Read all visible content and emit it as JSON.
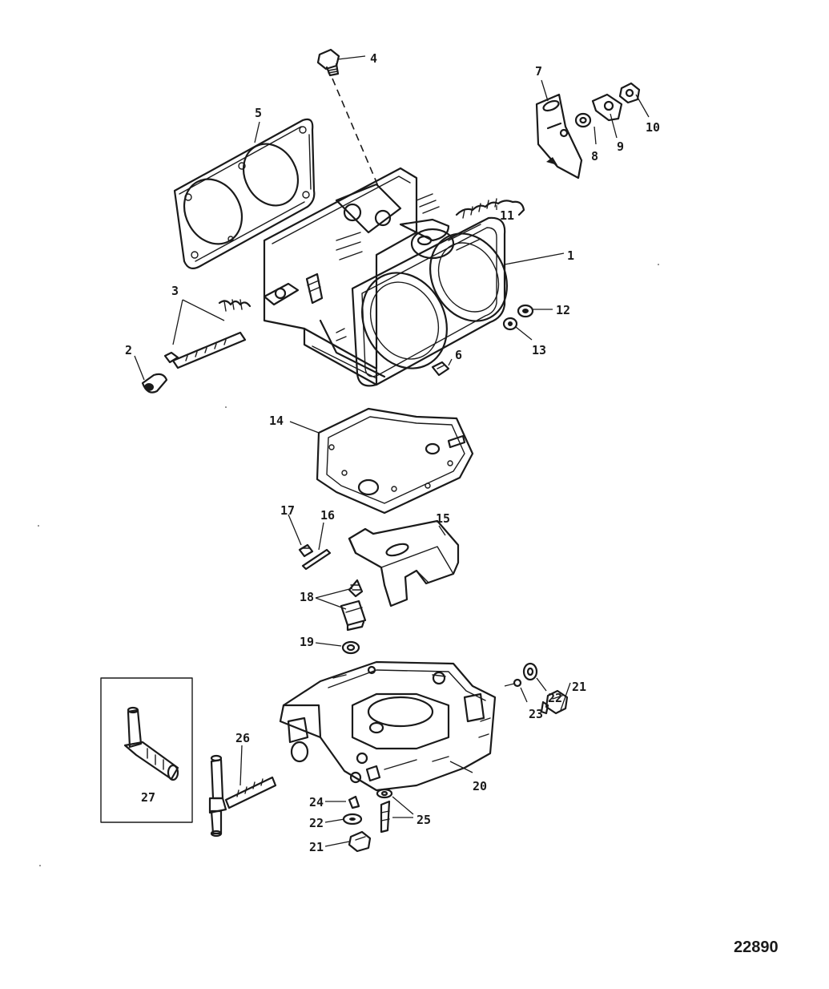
{
  "figure": {
    "number": "22890",
    "callouts": [
      {
        "id": "c1",
        "label": "1"
      },
      {
        "id": "c2",
        "label": "2"
      },
      {
        "id": "c3",
        "label": "3"
      },
      {
        "id": "c4",
        "label": "4"
      },
      {
        "id": "c5",
        "label": "5"
      },
      {
        "id": "c6",
        "label": "6"
      },
      {
        "id": "c7",
        "label": "7"
      },
      {
        "id": "c8",
        "label": "8"
      },
      {
        "id": "c9",
        "label": "9"
      },
      {
        "id": "c10",
        "label": "10"
      },
      {
        "id": "c11",
        "label": "11"
      },
      {
        "id": "c12",
        "label": "12"
      },
      {
        "id": "c13",
        "label": "13"
      },
      {
        "id": "c14",
        "label": "14"
      },
      {
        "id": "c15",
        "label": "15"
      },
      {
        "id": "c16",
        "label": "16"
      },
      {
        "id": "c17",
        "label": "17"
      },
      {
        "id": "c18",
        "label": "18"
      },
      {
        "id": "c19",
        "label": "19"
      },
      {
        "id": "c20",
        "label": "20"
      },
      {
        "id": "c21a",
        "label": "21"
      },
      {
        "id": "c22a",
        "label": "22"
      },
      {
        "id": "c23",
        "label": "23"
      },
      {
        "id": "c24",
        "label": "24"
      },
      {
        "id": "c22b",
        "label": "22"
      },
      {
        "id": "c25",
        "label": "25"
      },
      {
        "id": "c21b",
        "label": "21"
      },
      {
        "id": "c26",
        "label": "26"
      },
      {
        "id": "c27",
        "label": "27"
      }
    ]
  }
}
